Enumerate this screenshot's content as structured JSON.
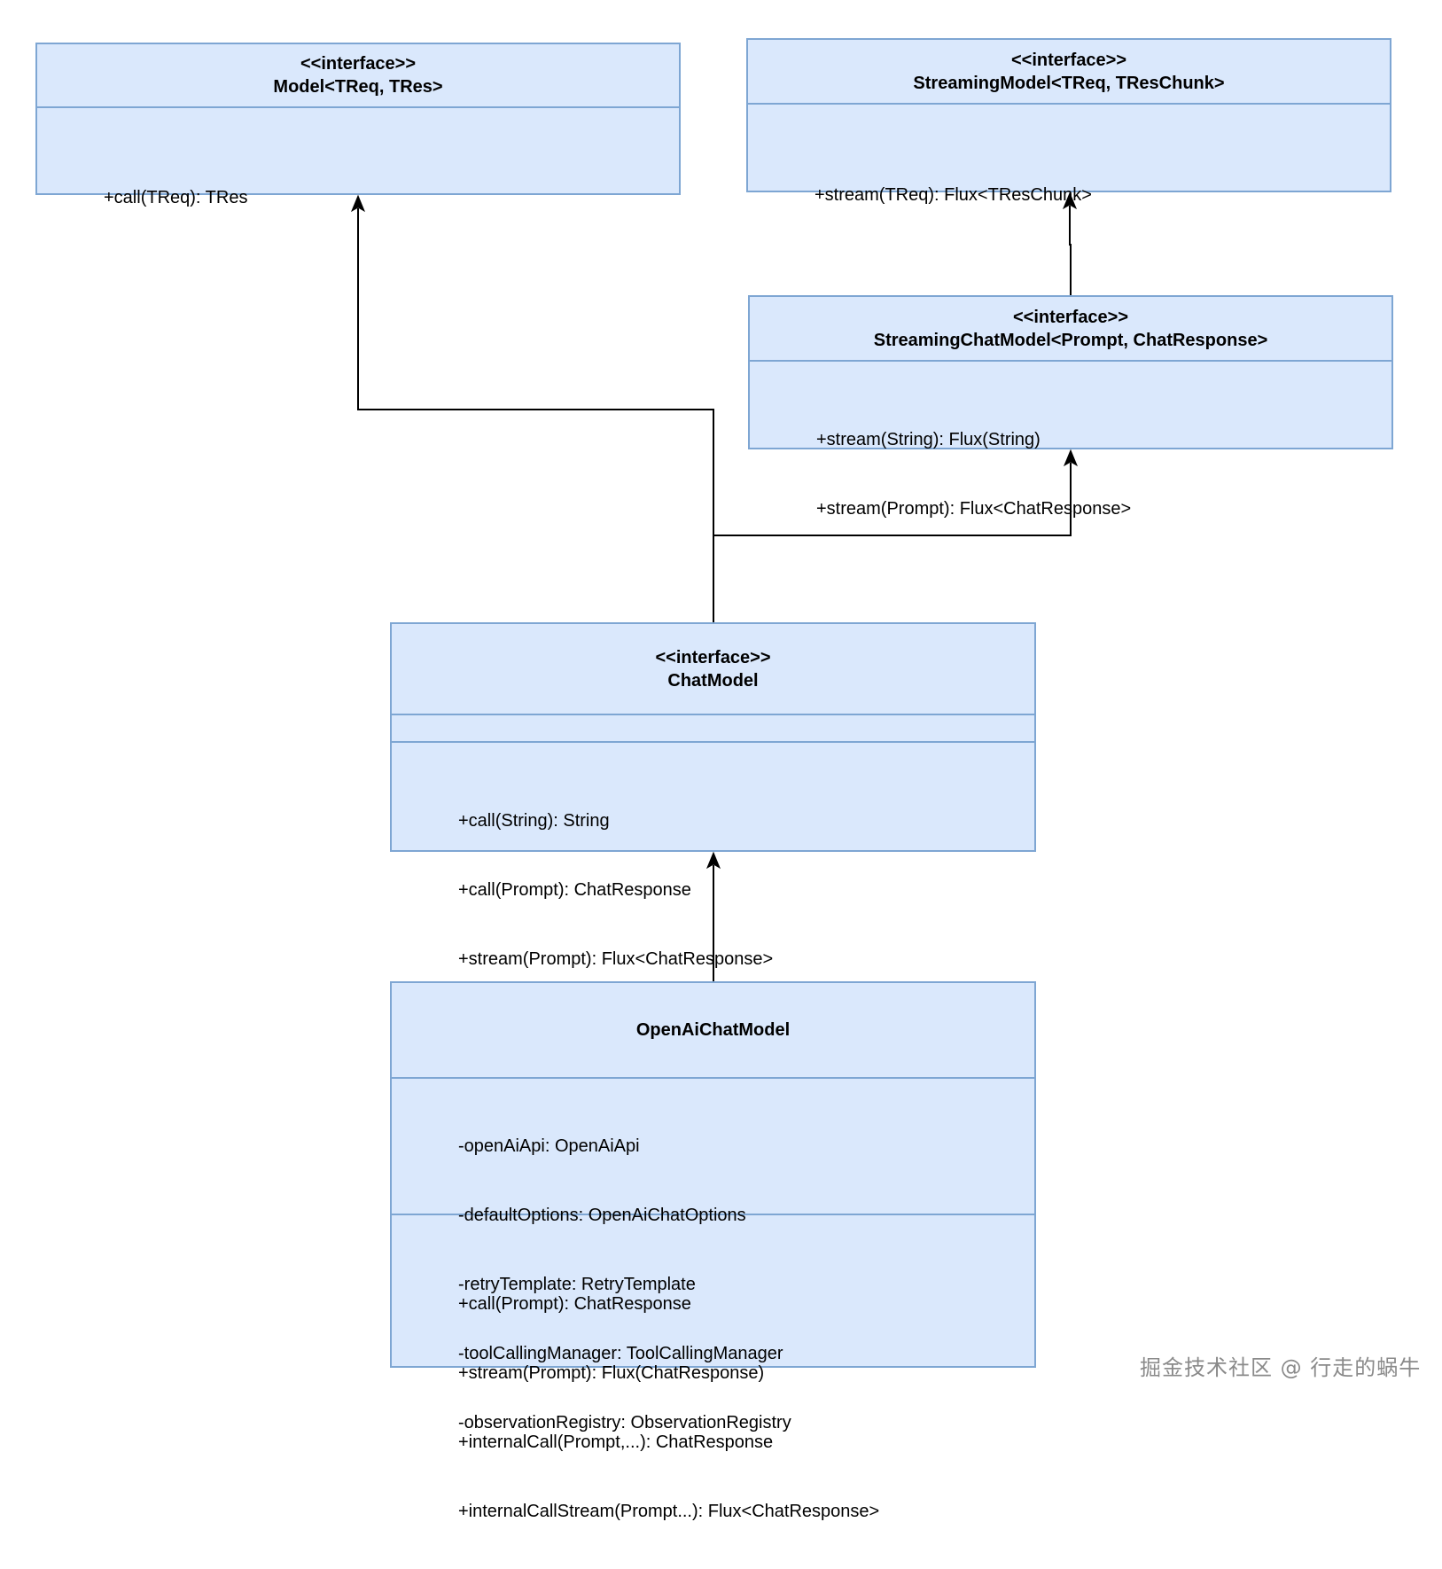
{
  "model": {
    "stereotype": "<<interface>>",
    "name": "Model<TReq, TRes>",
    "methods": [
      "+call(TReq): TRes"
    ]
  },
  "streaming_model": {
    "stereotype": "<<interface>>",
    "name": "StreamingModel<TReq, TResChunk>",
    "methods": [
      "+stream(TReq): Flux<TResChunk>"
    ]
  },
  "streaming_chat_model": {
    "stereotype": "<<interface>>",
    "name": "StreamingChatModel<Prompt, ChatResponse>",
    "methods": [
      "+stream(String): Flux(String)",
      "+stream(Prompt): Flux<ChatResponse>"
    ]
  },
  "chat_model": {
    "stereotype": "<<interface>>",
    "name": "ChatModel",
    "methods": [
      "+call(String): String",
      "+call(Prompt): ChatResponse",
      "+stream(Prompt): Flux<ChatResponse>"
    ]
  },
  "openai_chat_model": {
    "name": "OpenAiChatModel",
    "fields": [
      "-openAiApi: OpenAiApi",
      "-defaultOptions: OpenAiChatOptions",
      "-retryTemplate: RetryTemplate",
      "-toolCallingManager: ToolCallingManager",
      "-observationRegistry: ObservationRegistry"
    ],
    "methods": [
      "+call(Prompt): ChatResponse",
      "+stream(Prompt): Flux(ChatResponse)",
      "+internalCall(Prompt,...): ChatResponse",
      "+internalCallStream(Prompt...): Flux<ChatResponse>"
    ]
  },
  "watermark": "掘金技术社区 @ 行走的蜗牛",
  "colors": {
    "box_fill": "#dae8fc",
    "box_border": "#7ea6d3",
    "edge": "#000000"
  }
}
